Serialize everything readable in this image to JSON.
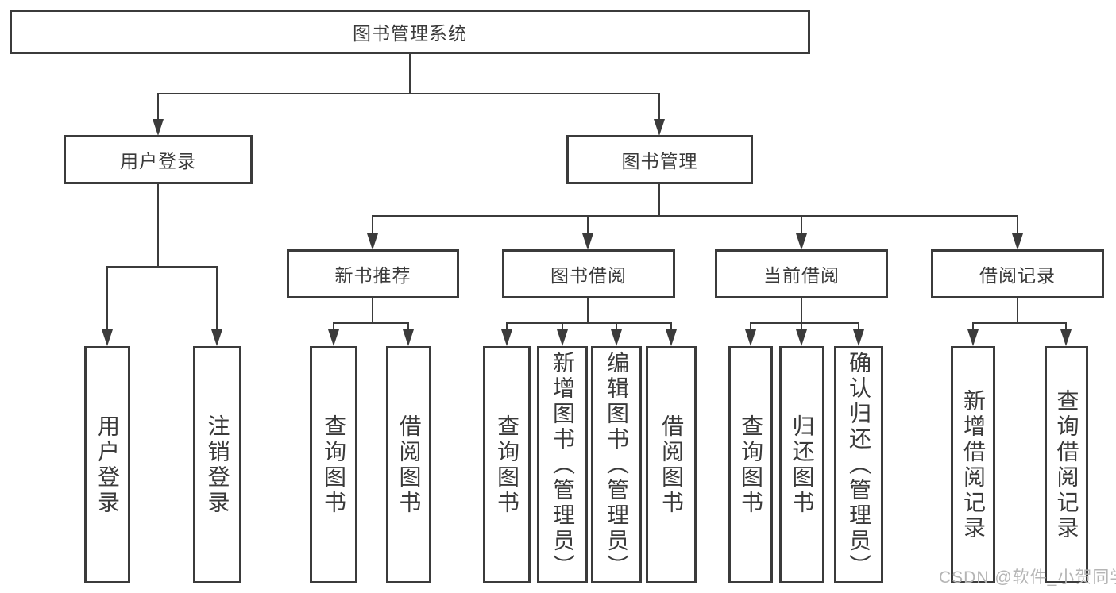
{
  "tree": {
    "root": {
      "label": "图书管理系统"
    },
    "level2": [
      {
        "label": "用户登录"
      },
      {
        "label": "图书管理"
      }
    ],
    "level3": [
      {
        "label": "新书推荐"
      },
      {
        "label": "图书借阅"
      },
      {
        "label": "当前借阅"
      },
      {
        "label": "借阅记录"
      }
    ],
    "leaves": {
      "user_login": [
        {
          "label": "用户登录"
        },
        {
          "label": "注销登录"
        }
      ],
      "new_book": [
        {
          "label": "查询图书"
        },
        {
          "label": "借阅图书"
        }
      ],
      "borrowing": [
        {
          "label": "查询图书"
        },
        {
          "label": "新增图书（管理员）"
        },
        {
          "label": "编辑图书（管理员）"
        },
        {
          "label": "借阅图书"
        }
      ],
      "current": [
        {
          "label": "查询图书"
        },
        {
          "label": "归还图书"
        },
        {
          "label": "确认归还（管理员）"
        }
      ],
      "records": [
        {
          "label": "新增借阅记录"
        },
        {
          "label": "查询借阅记录"
        }
      ]
    }
  },
  "watermark": "CSDN @软件_小贺同学",
  "colors": {
    "line": "#3b3b3b",
    "text": "#3a3a3a",
    "watermark": "#b5b5b5",
    "background": "#ffffff"
  }
}
